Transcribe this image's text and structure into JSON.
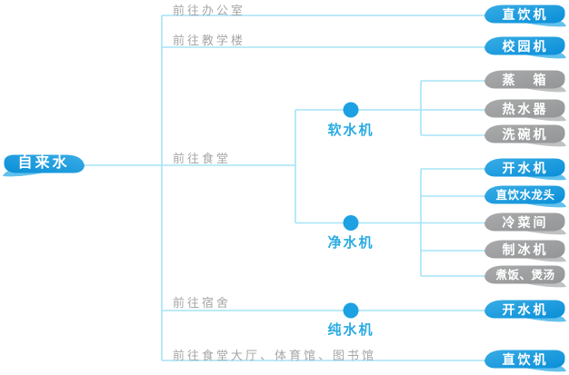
{
  "diagram": {
    "title_hint": "campus tap-water distribution diagram",
    "root": {
      "label": "自来水"
    },
    "branch_labels": [
      {
        "label": "前往办公室"
      },
      {
        "label": "前往教学楼"
      },
      {
        "label": "前往食堂"
      },
      {
        "label": "前往宿舍"
      },
      {
        "label": "前往食堂大厅、体育馆、图书馆"
      }
    ],
    "nodes": [
      {
        "label": "软水机"
      },
      {
        "label": "净水机"
      },
      {
        "label": "纯水机"
      }
    ],
    "boxes": [
      {
        "label": "直饮机",
        "style": "blue"
      },
      {
        "label": "校园机",
        "style": "blue"
      },
      {
        "label": "蒸　箱",
        "style": "gray"
      },
      {
        "label": "热水器",
        "style": "gray"
      },
      {
        "label": "洗碗机",
        "style": "gray"
      },
      {
        "label": "开水机",
        "style": "blue"
      },
      {
        "label": "直饮水龙头",
        "style": "blue"
      },
      {
        "label": "冷菜间",
        "style": "gray"
      },
      {
        "label": "制冰机",
        "style": "gray"
      },
      {
        "label": "煮饭、煲汤",
        "style": "gray"
      },
      {
        "label": "开水机",
        "style": "blue"
      },
      {
        "label": "直饮机",
        "style": "blue"
      }
    ],
    "palette": {
      "line": "#a5e3f7",
      "node-circle": "#1da1e3",
      "node-text": "#2aabe3",
      "branch-text": "#a6a6a6",
      "box-blue-start": "#38ade5",
      "box-blue-end": "#0a8ed8",
      "box-blue-tail": "#62c1ec",
      "box-gray-start": "#a9aaab",
      "box-gray-end": "#939596",
      "box-gray-tail": "#c0c1c2",
      "box-text": "#ffffff"
    }
  }
}
